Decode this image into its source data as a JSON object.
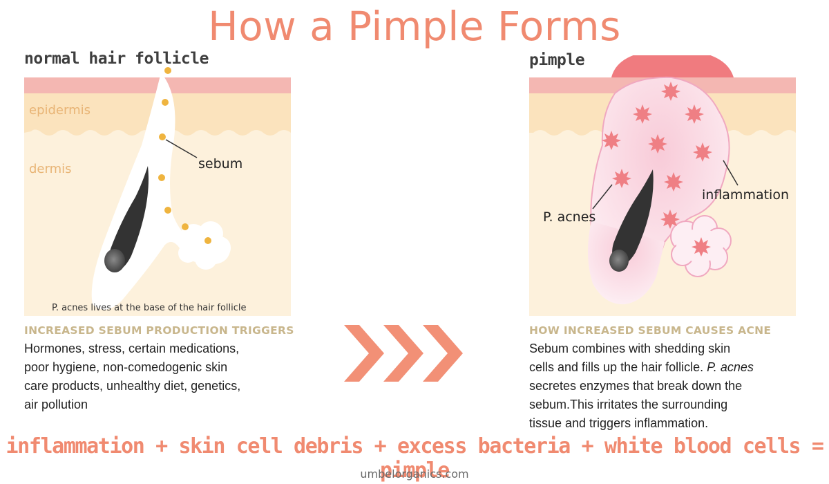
{
  "title": "How a Pimple Forms",
  "left_panel": {
    "label": "normal hair follicle",
    "layers": {
      "epidermis": "epidermis",
      "dermis": "dermis"
    },
    "callout": "sebum",
    "caption": "P. acnes lives at the base of the hair follicle"
  },
  "right_panel": {
    "label": "pimple",
    "callout_inflammation": "inflammation",
    "callout_bacteria": "P. acnes"
  },
  "left_text": {
    "heading": "INCREASED SEBUM PRODUCTION TRIGGERS",
    "lines": [
      "Hormones, stress, certain medications,",
      "poor hygiene, non-comedogenic skin",
      "care products, unhealthy diet, genetics,",
      "air pollution"
    ]
  },
  "right_text": {
    "heading": "HOW INCREASED SEBUM CAUSES ACNE",
    "l1": "Sebum combines with shedding skin",
    "l2a": "cells and fills up the hair follicle. ",
    "l2b": "P. acnes",
    "l3": "secretes enzymes that break down the",
    "l4": "sebum.This irritates the surrounding",
    "l5": "tissue and triggers inflammation."
  },
  "equation": "inflammation + skin cell debris + excess bacteria + white blood cells = pimple",
  "footer": "umbelorganics.com",
  "colors": {
    "accent": "#f08a70",
    "skin_surface": "#f4b7b2",
    "epidermis": "#fbe3bd",
    "dermis": "#fdf1dc",
    "sebum": "#efb43f",
    "heading": "#c8b68c",
    "bacteria": "#ef7f84"
  }
}
